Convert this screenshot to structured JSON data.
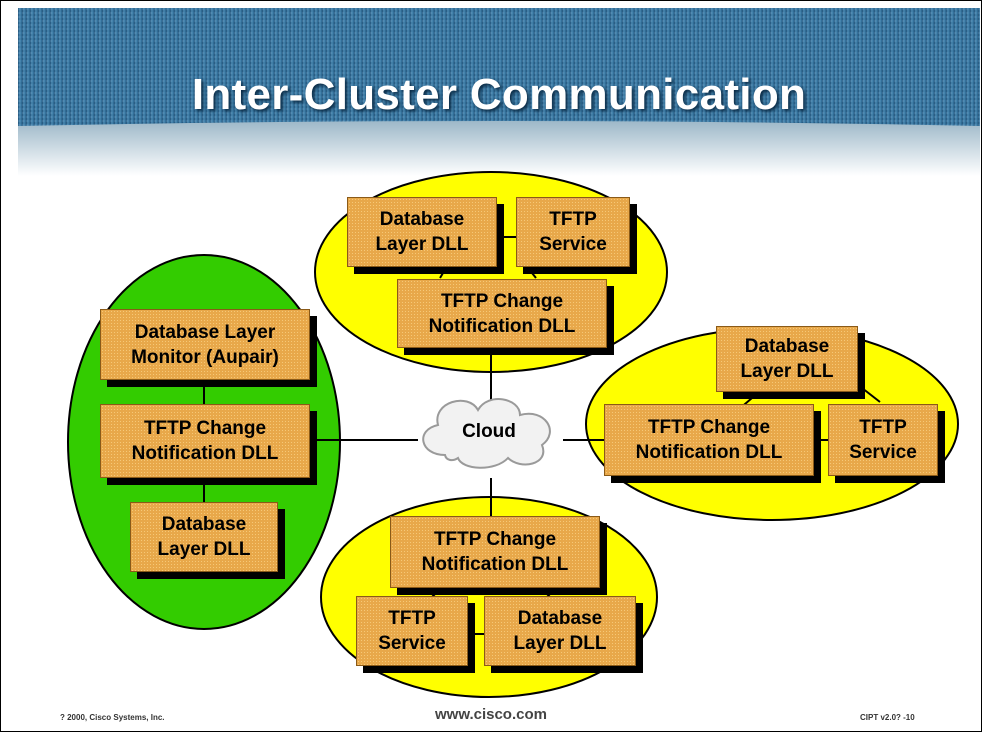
{
  "title": "Inter-Cluster Communication",
  "colors": {
    "banner": "#2f6c96",
    "cluster_yellow": "#ffff00",
    "cluster_green": "#33cc00",
    "box_fill": "#e8a84a"
  },
  "cloud": {
    "label": "Cloud",
    "icon": "cloud-icon"
  },
  "clusters": {
    "top": {
      "database_layer": "Database\nLayer DLL",
      "tftp_service": "TFTP\nService",
      "tftp_change": "TFTP Change\nNotification DLL"
    },
    "left": {
      "monitor": "Database Layer\nMonitor (Aupair)",
      "tftp_change": "TFTP Change\nNotification DLL",
      "database_layer": "Database\nLayer DLL"
    },
    "right": {
      "database_layer": "Database\nLayer DLL",
      "tftp_change": "TFTP Change\nNotification DLL",
      "tftp_service": "TFTP\nService"
    },
    "bottom": {
      "tftp_change": "TFTP Change\nNotification DLL",
      "tftp_service": "TFTP\nService",
      "database_layer": "Database\nLayer DLL"
    }
  },
  "footer": {
    "copyright": "? 2000, Cisco Systems, Inc.",
    "url": "www.cisco.com",
    "course": "CIPT v2.0?  -10"
  }
}
